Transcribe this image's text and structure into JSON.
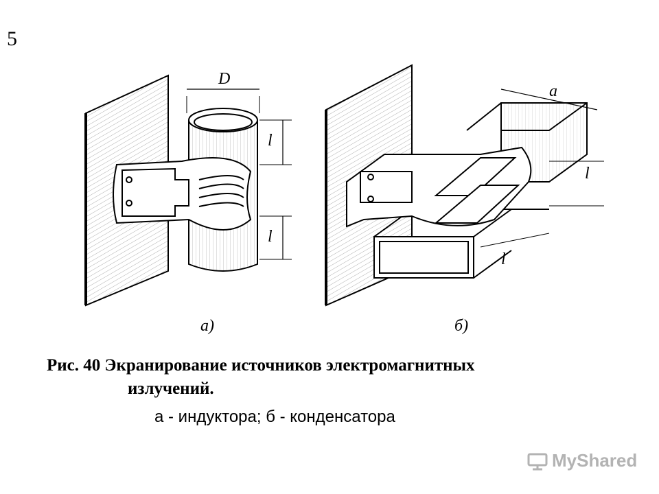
{
  "slide_number": "5",
  "figure": {
    "label_a": "а)",
    "label_b": "б)",
    "dim_D": "D",
    "dim_a": "a",
    "dim_l": "l"
  },
  "caption": {
    "title_line1": "Рис. 40  Экранирование источников электромагнитных",
    "title_line2": "излучений.",
    "subtitle": "а - индуктора;  б - конденсатора"
  },
  "watermark": {
    "text": "MyShared"
  }
}
